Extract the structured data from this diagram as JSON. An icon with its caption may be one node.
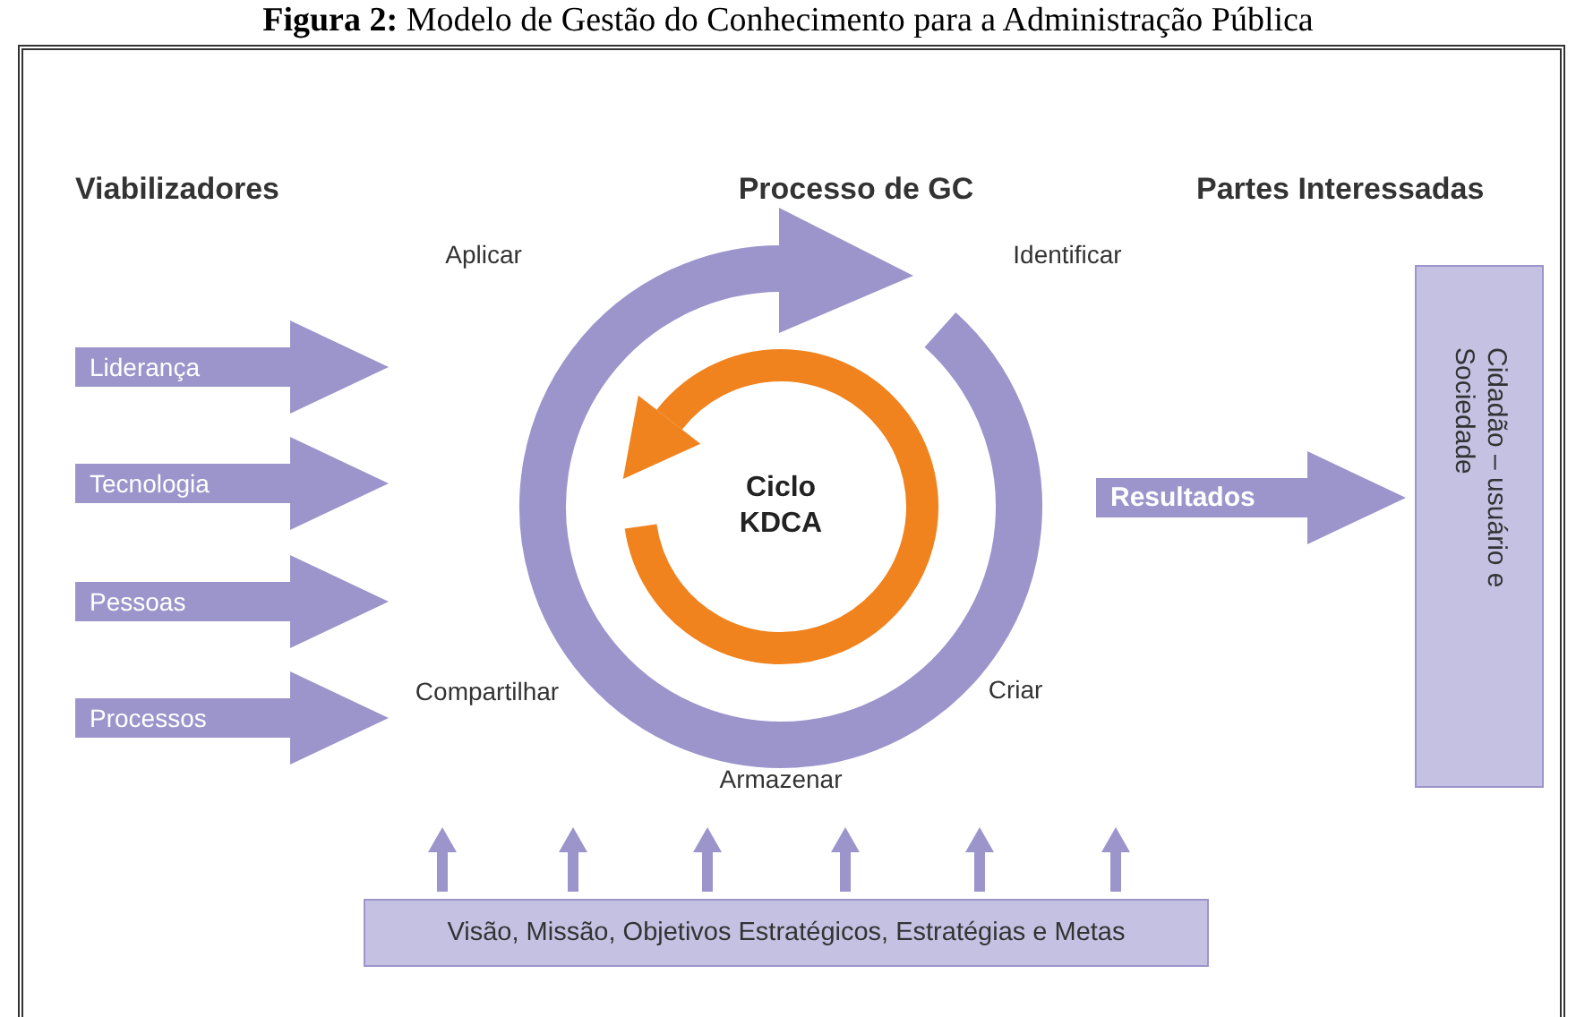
{
  "diagram": {
    "title": "**Figura 2:** Modelo de Gestão do Conhecimento para a Administração Pública",
    "nodes": [
      {
        "text": [
          "Liderança"
        ]
      },
      {
        "text": [
          "Tecnologia"
        ]
      },
      {
        "text": [
          "Pessoas"
        ]
      },
      {
        "text": [
          "Processos"
        ]
      },
      {
        "text": [
          "Ciclo KDCA"
        ]
      },
      {
        "text": [
          "Resultados"
        ]
      },
      {
        "text": [
          "Cidadão – usuário e Sociedade"
        ]
      },
      {
        "text": [
          "Visão, Missão, Objetivos Estratégicos, Estratégias e Metas"
        ]
      }
    ],
    "edges": [
      {
        "from": 7,
        "to": null,
        "arrow": "to"
      },
      {
        "from": 7,
        "to": null,
        "arrow": "to"
      },
      {
        "from": 7,
        "to": null,
        "arrow": "to"
      },
      {
        "from": 7,
        "to": null,
        "arrow": "to"
      },
      {
        "from": 7,
        "to": null,
        "arrow": "to"
      },
      {
        "from": 7,
        "to": null,
        "arrow": "to"
      }
    ],
    "labels": [
      "Viabilizadores",
      "Processo de GC",
      "Partes Interessadas",
      "Aplicar",
      "Identificar",
      "Compartilhar",
      "Criar",
      "Armazenar"
    ]
  }
}
